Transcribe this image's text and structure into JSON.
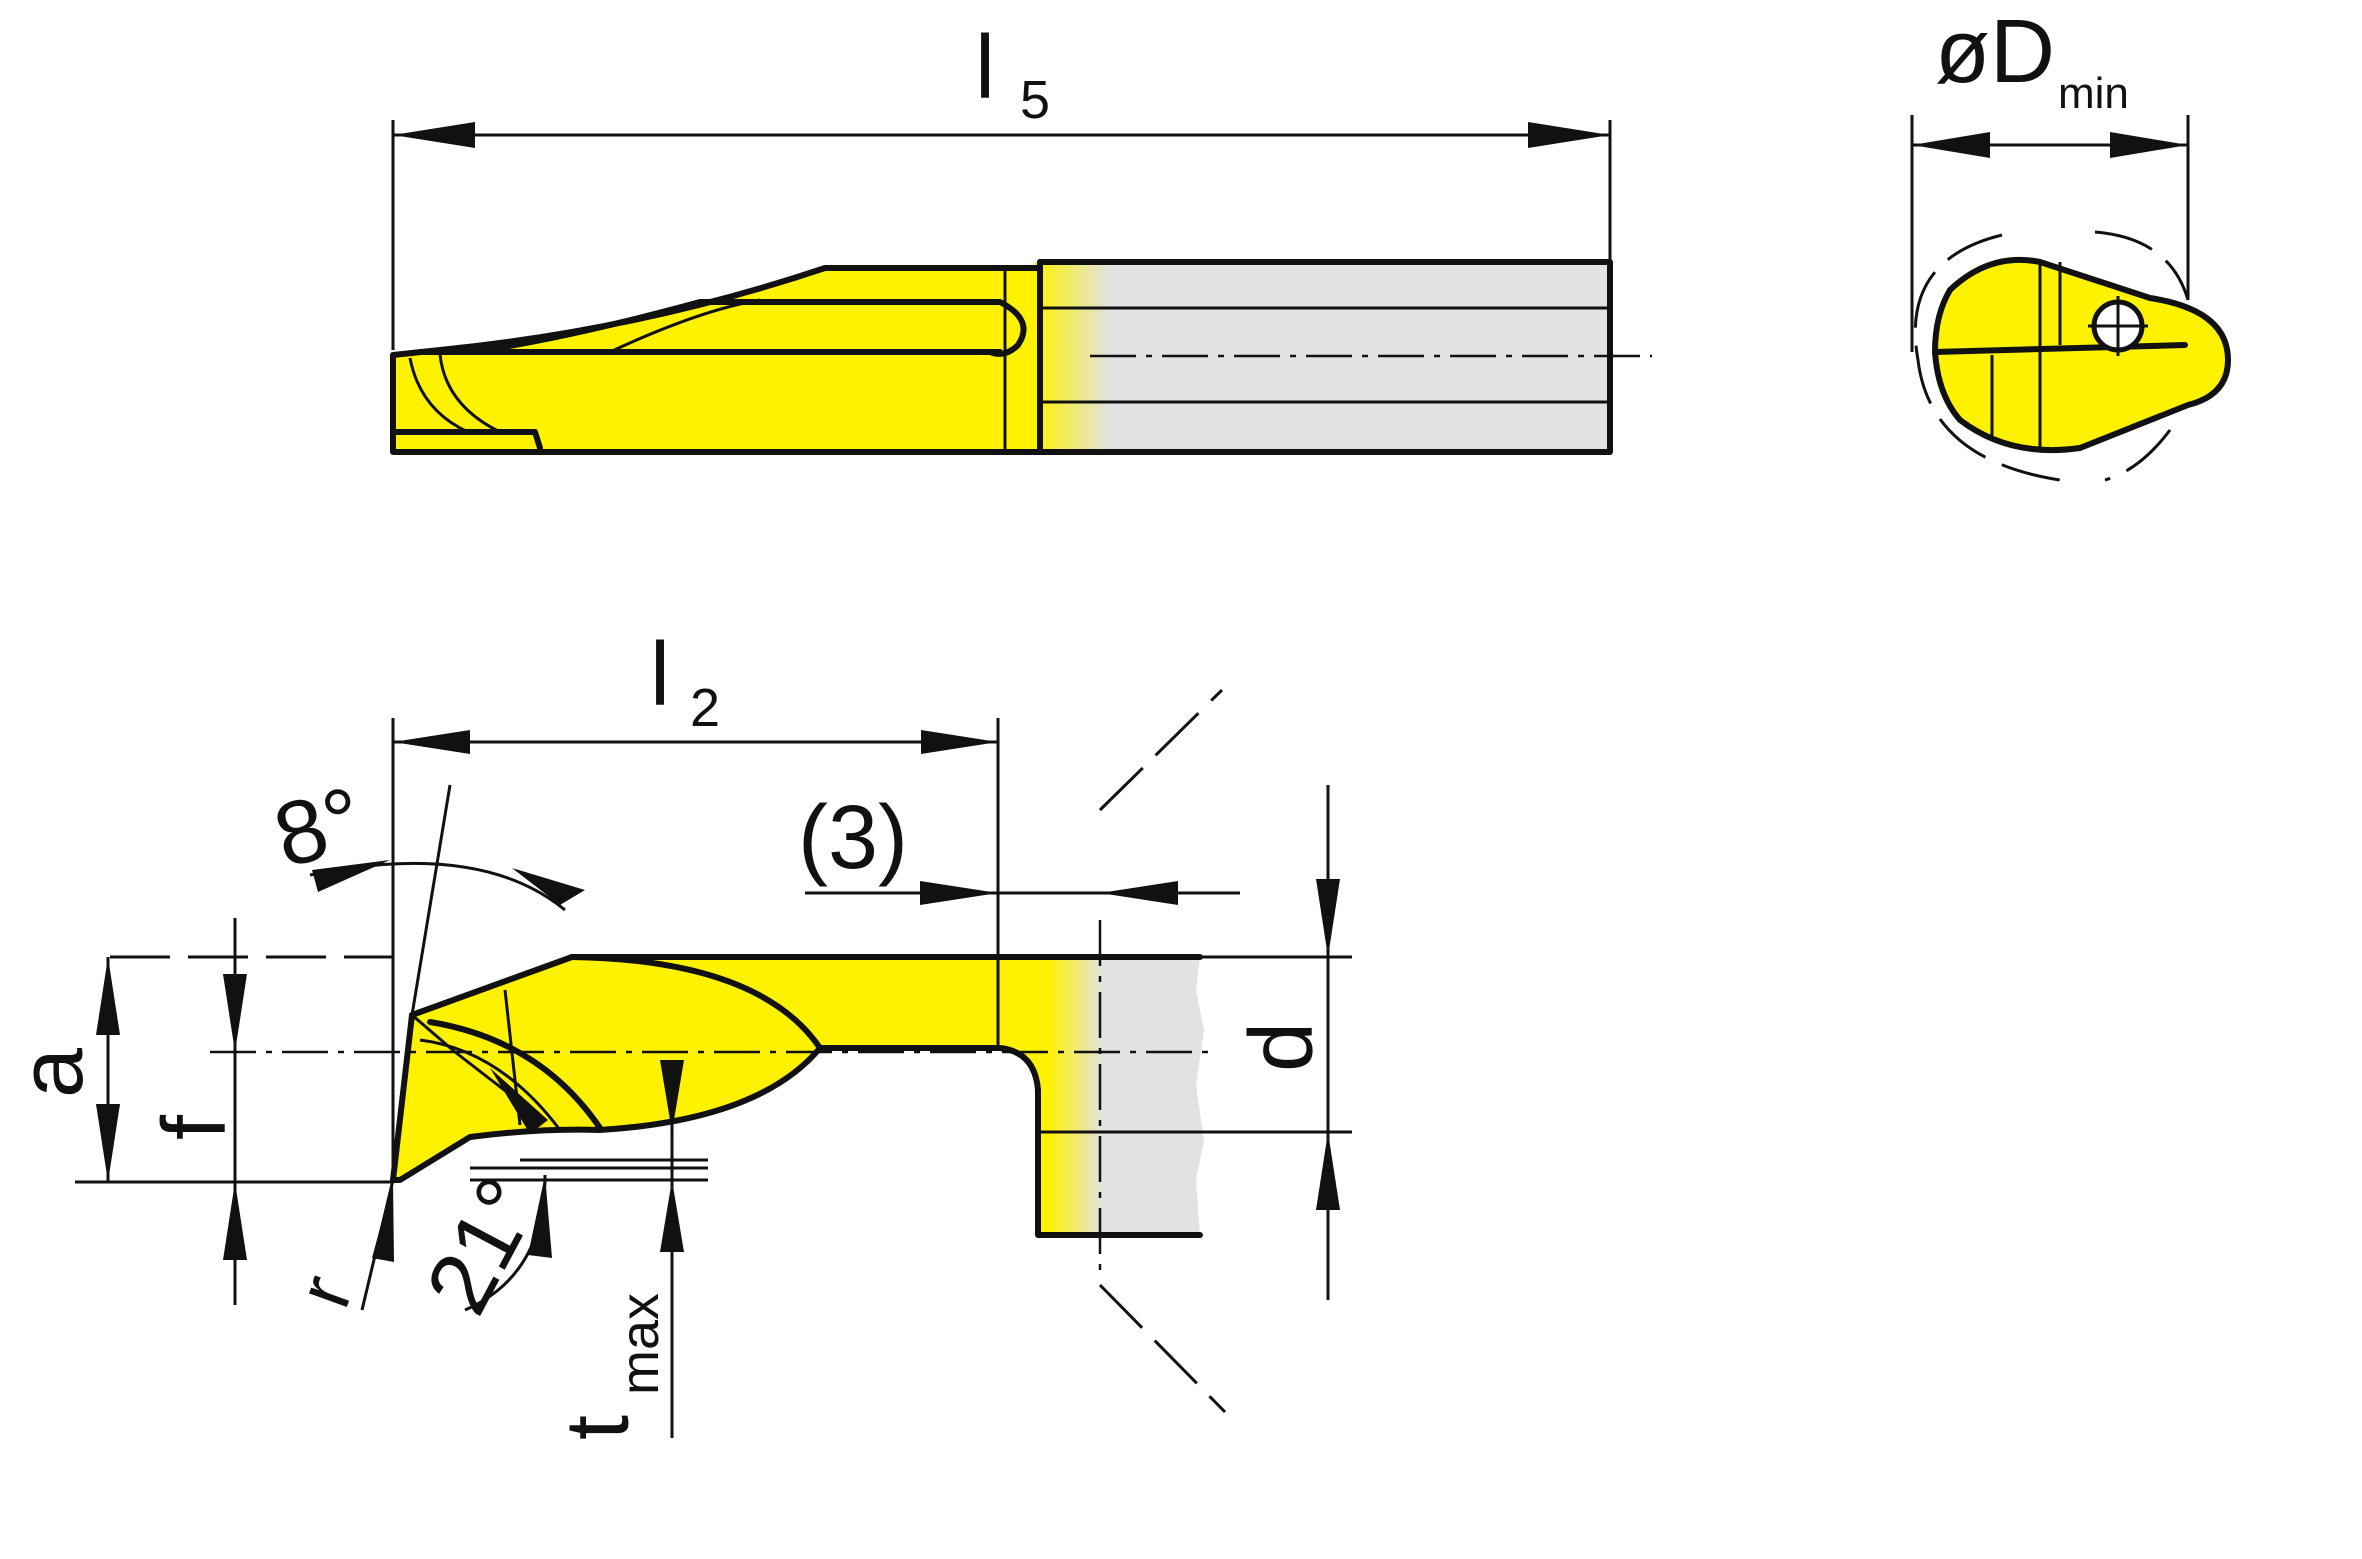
{
  "labels": {
    "l5_main": "l",
    "l5_sub": "5",
    "dmin_prefix": "øD",
    "dmin_sub": "min",
    "l2_main": "l",
    "l2_sub": "2",
    "paren3": "(3)",
    "angle8": "8°",
    "a": "a",
    "f": "f",
    "d": "d",
    "r": "r",
    "angle21": "21°",
    "tmax_main": "t",
    "tmax_sub": "max"
  },
  "colors": {
    "insert_yellow": "#fff200",
    "shank_grey": "#e2e2e2",
    "line": "#111111"
  }
}
